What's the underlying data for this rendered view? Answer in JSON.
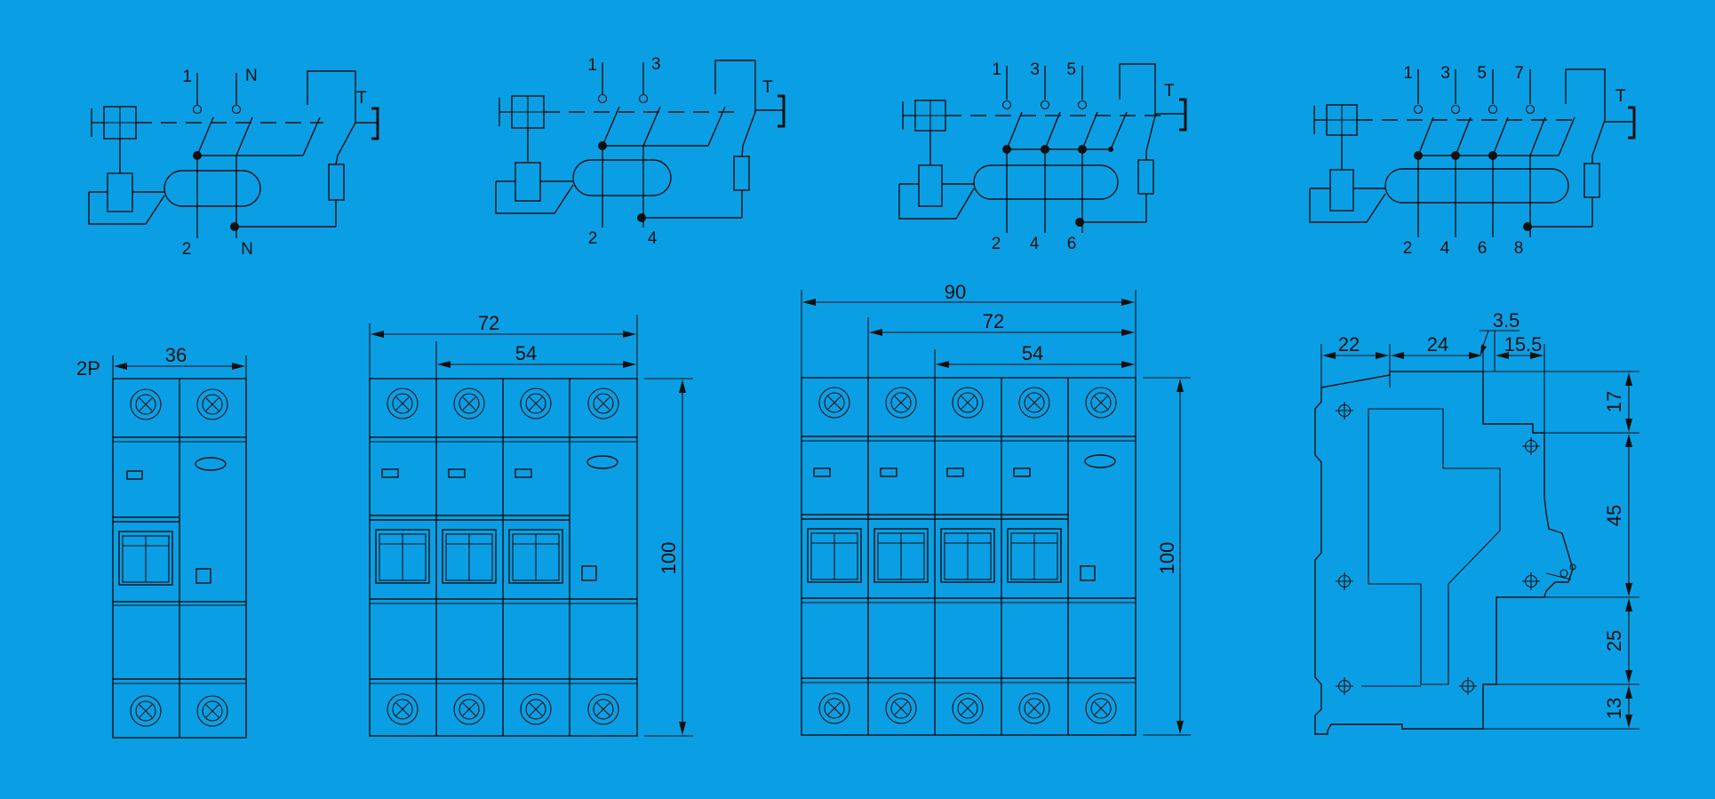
{
  "colors": {
    "background": "#0A9FE5",
    "lineColor": "#111111"
  },
  "schematics": [
    {
      "top": [
        "1",
        "N"
      ],
      "bottom": [
        "2",
        "N"
      ],
      "test": "T"
    },
    {
      "top": [
        "1",
        "3"
      ],
      "bottom": [
        "2",
        "4"
      ],
      "test": "T"
    },
    {
      "top": [
        "1",
        "3",
        "5"
      ],
      "bottom": [
        "2",
        "4",
        "6"
      ],
      "test": "T"
    },
    {
      "top": [
        "1",
        "3",
        "5",
        "7"
      ],
      "bottom": [
        "2",
        "4",
        "6",
        "8"
      ],
      "test": "T"
    }
  ],
  "front_views": [
    {
      "pole_label": "2P",
      "widths": [
        "36"
      ],
      "height": ""
    },
    {
      "pole_label": "",
      "widths": [
        "72",
        "54"
      ],
      "height": "100"
    },
    {
      "pole_label": "",
      "widths": [
        "90",
        "72",
        "54"
      ],
      "height": "100"
    }
  ],
  "side_view": {
    "widths": [
      "22",
      "24",
      "3.5",
      "15.5"
    ],
    "heights": [
      "17",
      "45",
      "25",
      "13"
    ]
  }
}
